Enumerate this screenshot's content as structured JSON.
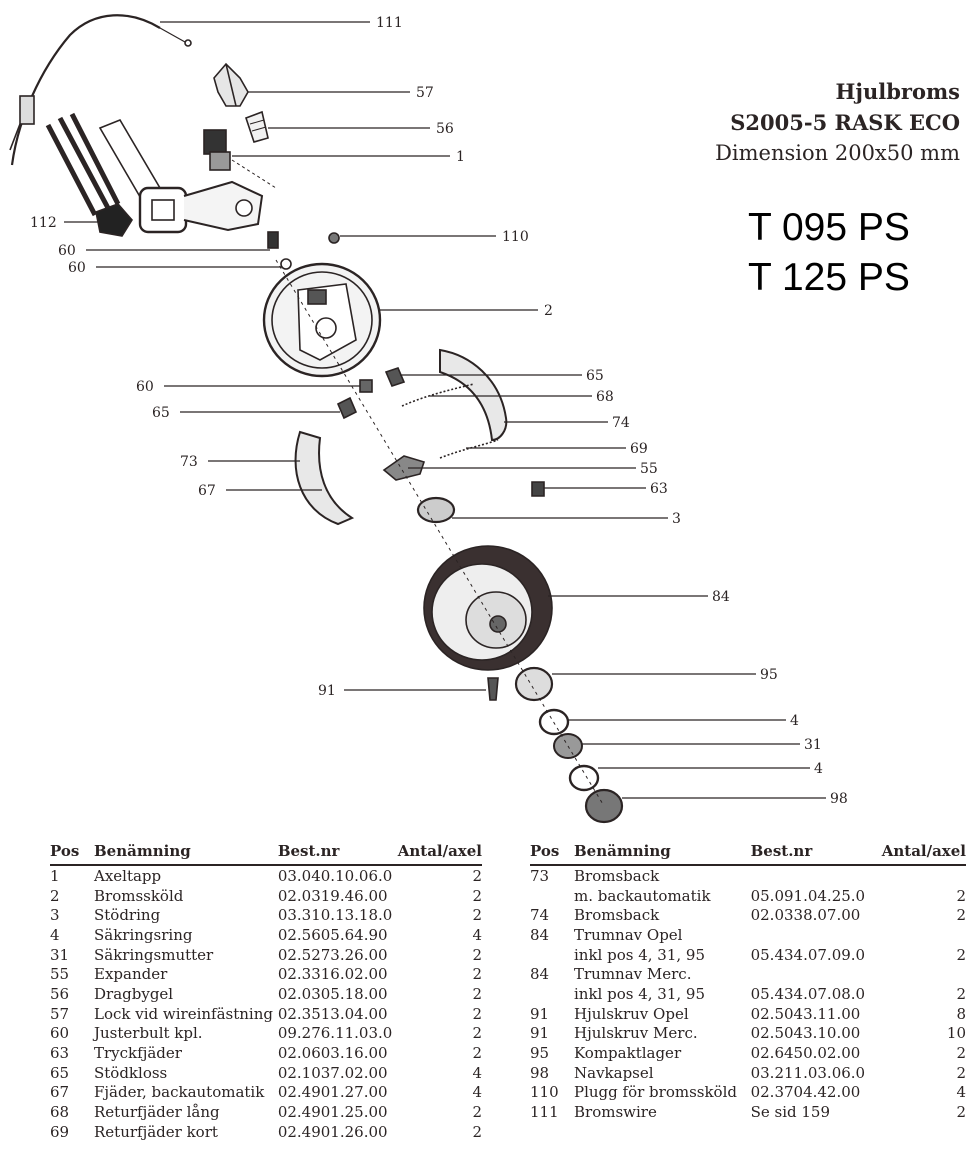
{
  "title": {
    "line1": "Hjulbroms",
    "line2": "S2005-5 RASK ECO",
    "line3": "Dimension 200x50 mm"
  },
  "models": [
    "T 095 PS",
    "T 125 PS"
  ],
  "callouts": [
    "111",
    "57",
    "56",
    "1",
    "112",
    "60",
    "60",
    "110",
    "2",
    "60",
    "65",
    "68",
    "65",
    "74",
    "69",
    "73",
    "55",
    "67",
    "63",
    "3",
    "84",
    "95",
    "91",
    "4",
    "31",
    "4",
    "98"
  ],
  "table": {
    "headers": {
      "pos": "Pos",
      "name": "Benämning",
      "partno": "Best.nr",
      "qty": "Antal/axel"
    },
    "left_rows": [
      {
        "pos": "1",
        "name": "Axeltapp",
        "partno": "03.040.10.06.0",
        "qty": "2"
      },
      {
        "pos": "2",
        "name": "Bromssköld",
        "partno": "02.0319.46.00",
        "qty": "2"
      },
      {
        "pos": "3",
        "name": "Stödring",
        "partno": "03.310.13.18.0",
        "qty": "2"
      },
      {
        "pos": "4",
        "name": "Säkringsring",
        "partno": "02.5605.64.90",
        "qty": "4"
      },
      {
        "pos": "31",
        "name": "Säkringsmutter",
        "partno": "02.5273.26.00",
        "qty": "2"
      },
      {
        "pos": "55",
        "name": "Expander",
        "partno": "02.3316.02.00",
        "qty": "2"
      },
      {
        "pos": "56",
        "name": "Dragbygel",
        "partno": "02.0305.18.00",
        "qty": "2"
      },
      {
        "pos": "57",
        "name": "Lock vid wireinfästning",
        "partno": "02.3513.04.00",
        "qty": "2"
      },
      {
        "pos": "60",
        "name": "Justerbult kpl.",
        "partno": "09.276.11.03.0",
        "qty": "2"
      },
      {
        "pos": "63",
        "name": "Tryckfjäder",
        "partno": "02.0603.16.00",
        "qty": "2"
      },
      {
        "pos": "65",
        "name": "Stödkloss",
        "partno": "02.1037.02.00",
        "qty": "4"
      },
      {
        "pos": "67",
        "name": "Fjäder, backautomatik",
        "partno": "02.4901.27.00",
        "qty": "4"
      },
      {
        "pos": "68",
        "name": "Returfjäder lång",
        "partno": "02.4901.25.00",
        "qty": "2"
      },
      {
        "pos": "69",
        "name": "Returfjäder kort",
        "partno": "02.4901.26.00",
        "qty": "2"
      }
    ],
    "right_rows": [
      {
        "pos": "73",
        "name": "Bromsback",
        "partno": "",
        "qty": ""
      },
      {
        "pos": "",
        "name": "m. backautomatik",
        "partno": "05.091.04.25.0",
        "qty": "2"
      },
      {
        "pos": "74",
        "name": "Bromsback",
        "partno": "02.0338.07.00",
        "qty": "2"
      },
      {
        "pos": "84",
        "name": "Trumnav Opel",
        "partno": "",
        "qty": ""
      },
      {
        "pos": "",
        "name": "inkl pos 4, 31, 95",
        "partno": "05.434.07.09.0",
        "qty": "2"
      },
      {
        "pos": "84",
        "name": "Trumnav Merc.",
        "partno": "",
        "qty": ""
      },
      {
        "pos": "",
        "name": "inkl pos 4, 31, 95",
        "partno": "05.434.07.08.0",
        "qty": "2"
      },
      {
        "pos": "91",
        "name": "Hjulskruv Opel",
        "partno": "02.5043.11.00",
        "qty": "8"
      },
      {
        "pos": "91",
        "name": "Hjulskruv Merc.",
        "partno": "02.5043.10.00",
        "qty": "10"
      },
      {
        "pos": "95",
        "name": "Kompaktlager",
        "partno": "02.6450.02.00",
        "qty": "2"
      },
      {
        "pos": "98",
        "name": "Navkapsel",
        "partno": "03.211.03.06.0",
        "qty": "2"
      },
      {
        "pos": "110",
        "name": "Plugg för bromssköld",
        "partno": "02.3704.42.00",
        "qty": "4"
      },
      {
        "pos": "111",
        "name": "Bromswire",
        "partno": "Se sid 159",
        "qty": "2"
      }
    ]
  }
}
